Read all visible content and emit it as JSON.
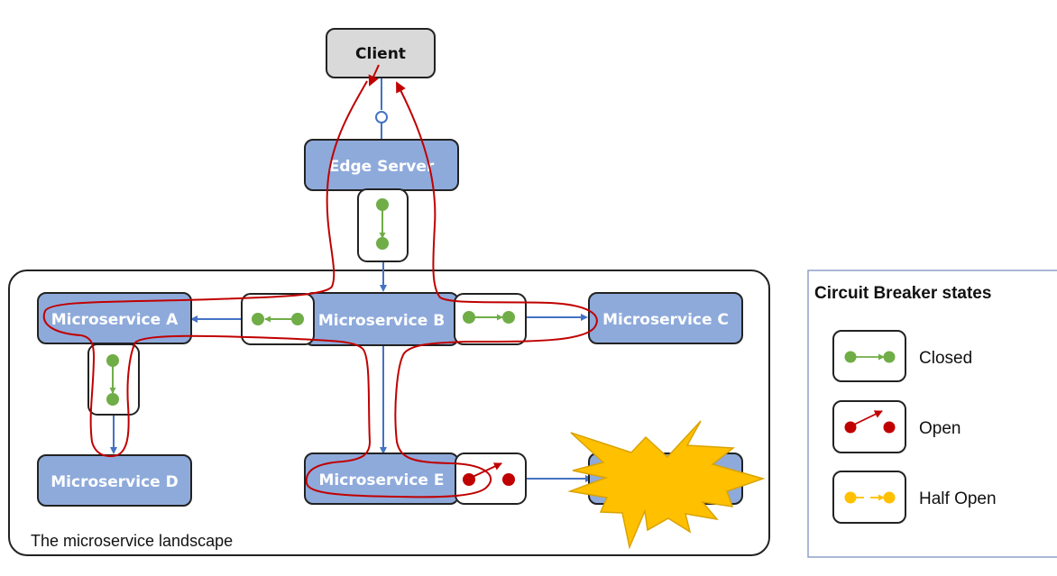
{
  "diagram": {
    "client": {
      "label": "Client"
    },
    "edge_server": {
      "label": "Edge Server"
    },
    "landscape": {
      "label": "The microservice landscape"
    },
    "services": {
      "a": {
        "label": "Microservice A"
      },
      "b": {
        "label": "Microservice B"
      },
      "c": {
        "label": "Microservice C"
      },
      "d": {
        "label": "Microservice D"
      },
      "e": {
        "label": "Microservice E"
      },
      "f": {
        "label": "",
        "state": "failed"
      }
    },
    "breakers": {
      "edge_to_b": {
        "state": "closed"
      },
      "b_to_a": {
        "state": "closed"
      },
      "b_to_c": {
        "state": "closed"
      },
      "a_to_d": {
        "state": "closed"
      },
      "e_to_f": {
        "state": "open"
      }
    },
    "colors": {
      "service_fill": "#8eaadb",
      "client_fill": "#d9d9d9",
      "call_arrow": "#4472c4",
      "request_path": "#c00000",
      "closed": "#70ad47",
      "open": "#c00000",
      "half_open": "#ffc000",
      "failure": "#ffc000"
    }
  },
  "legend": {
    "title": "Circuit Breaker states",
    "items": [
      {
        "state": "closed",
        "label": "Closed"
      },
      {
        "state": "open",
        "label": "Open"
      },
      {
        "state": "half_open",
        "label": "Half Open"
      }
    ]
  }
}
